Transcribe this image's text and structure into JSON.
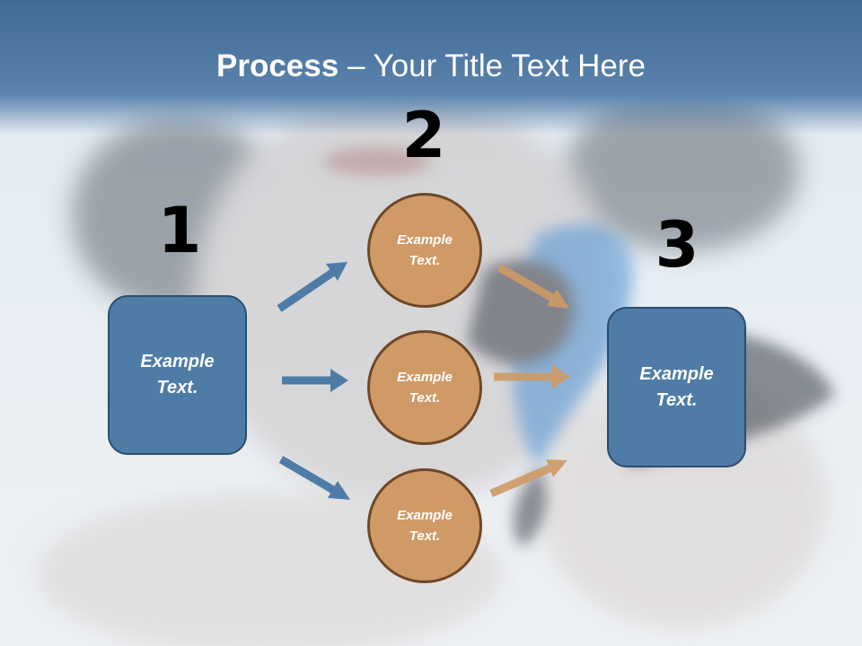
{
  "title": {
    "bold": "Process",
    "rest": " – Your Title Text Here"
  },
  "steps": {
    "one": "1",
    "two": "2",
    "three": "3"
  },
  "nodes": {
    "left_box": {
      "line1": "Example",
      "line2": "Text."
    },
    "circle_top": {
      "line1": "Example",
      "line2": "Text."
    },
    "circle_mid": {
      "line1": "Example",
      "line2": "Text."
    },
    "circle_bottom": {
      "line1": "Example",
      "line2": "Text."
    },
    "right_box": {
      "line1": "Example",
      "line2": "Text."
    }
  },
  "colors": {
    "box": "#4f7ca6",
    "circle": "#cf9a66",
    "arrow_blue": "#4f7ca6",
    "arrow_orange": "#cf9a66",
    "title_bar": "#4a7299"
  }
}
